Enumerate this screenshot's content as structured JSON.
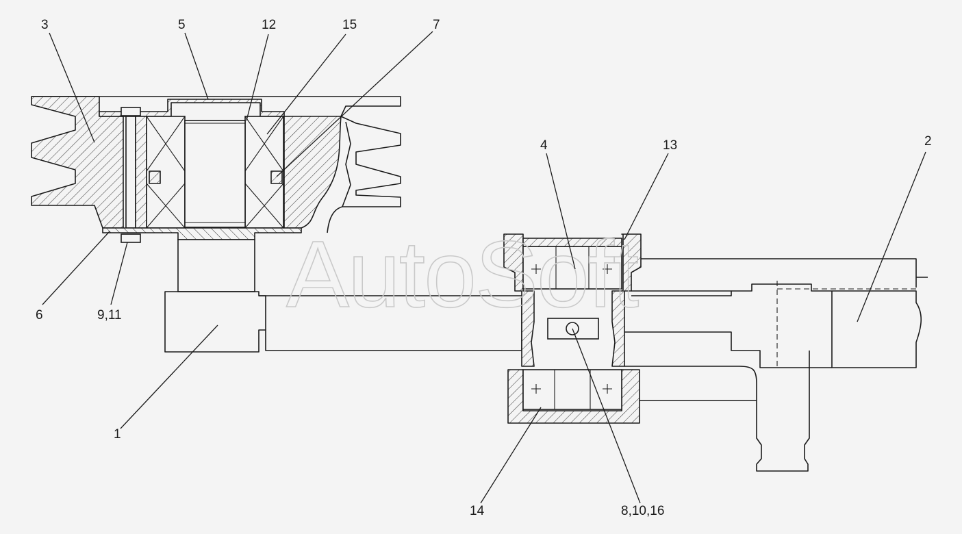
{
  "watermark": "AutoSoft",
  "callouts": {
    "c1": "1",
    "c2": "2",
    "c3": "3",
    "c4": "4",
    "c5": "5",
    "c6": "6",
    "c7": "7",
    "c8": "8,10,16",
    "c9": "9,11",
    "c12": "12",
    "c13": "13",
    "c14": "14",
    "c15": "15"
  },
  "colors": {
    "background": "#f4f4f4",
    "ink": "#1a1a1a",
    "watermark": "#c9c9c9"
  }
}
